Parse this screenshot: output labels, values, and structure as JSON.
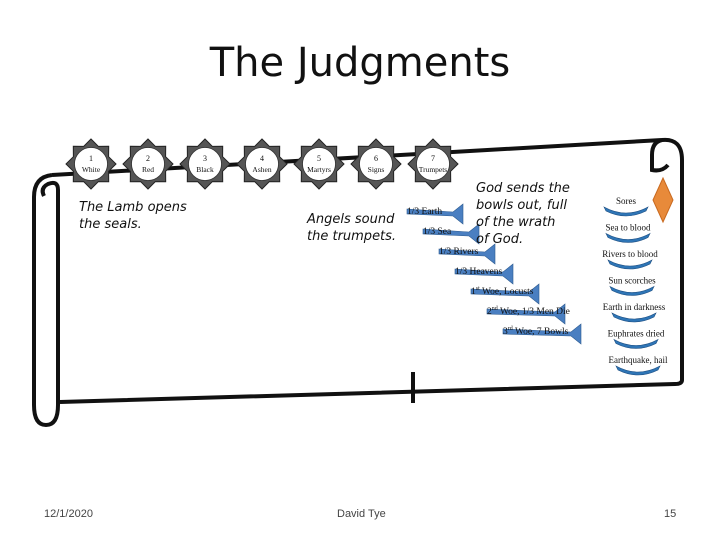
{
  "title": "The Judgments",
  "seals": [
    {
      "number": "1",
      "name": "White"
    },
    {
      "number": "2",
      "name": "Red"
    },
    {
      "number": "3",
      "name": "Black"
    },
    {
      "number": "4",
      "name": "Ashen"
    },
    {
      "number": "5",
      "name": "Martyrs"
    },
    {
      "number": "6",
      "name": "Signs"
    },
    {
      "number": "7",
      "name": "Trumpets"
    }
  ],
  "seals_caption": [
    "The Lamb opens",
    "the seals."
  ],
  "trumpets_caption": [
    "Angels sound",
    "the trumpets."
  ],
  "bowls_caption": [
    "God sends the",
    "bowls out, full",
    "of the wrath",
    "of God."
  ],
  "trumpets": [
    {
      "label": "1/3 Earth"
    },
    {
      "label": "1/3 Sea"
    },
    {
      "label": "1/3 Rivers"
    },
    {
      "label": "1/3 Heavens"
    },
    {
      "num": "1",
      "sup": "st",
      "label": " Woe, Locusts"
    },
    {
      "num": "2",
      "sup": "nd",
      "label": " Woe, 1/3 Men Die"
    },
    {
      "num": "3",
      "sup": "rd",
      "label": " Woe, 7 Bowls"
    }
  ],
  "bowls": [
    {
      "label": "Sores"
    },
    {
      "label": "Sea to blood"
    },
    {
      "label": "Rivers to blood"
    },
    {
      "label": "Sun scorches"
    },
    {
      "label": "Earth in darkness"
    },
    {
      "label": "Euphrates dried"
    },
    {
      "label": "Earthquake, hail"
    }
  ],
  "colors": {
    "trumpet": "#4a7fc1",
    "bowl": "#2e75b6",
    "diamond": "#e88a3a",
    "scroll_outline": "#111111"
  },
  "footer": {
    "date": "12/1/2020",
    "author": "David Tye",
    "page": "15"
  }
}
